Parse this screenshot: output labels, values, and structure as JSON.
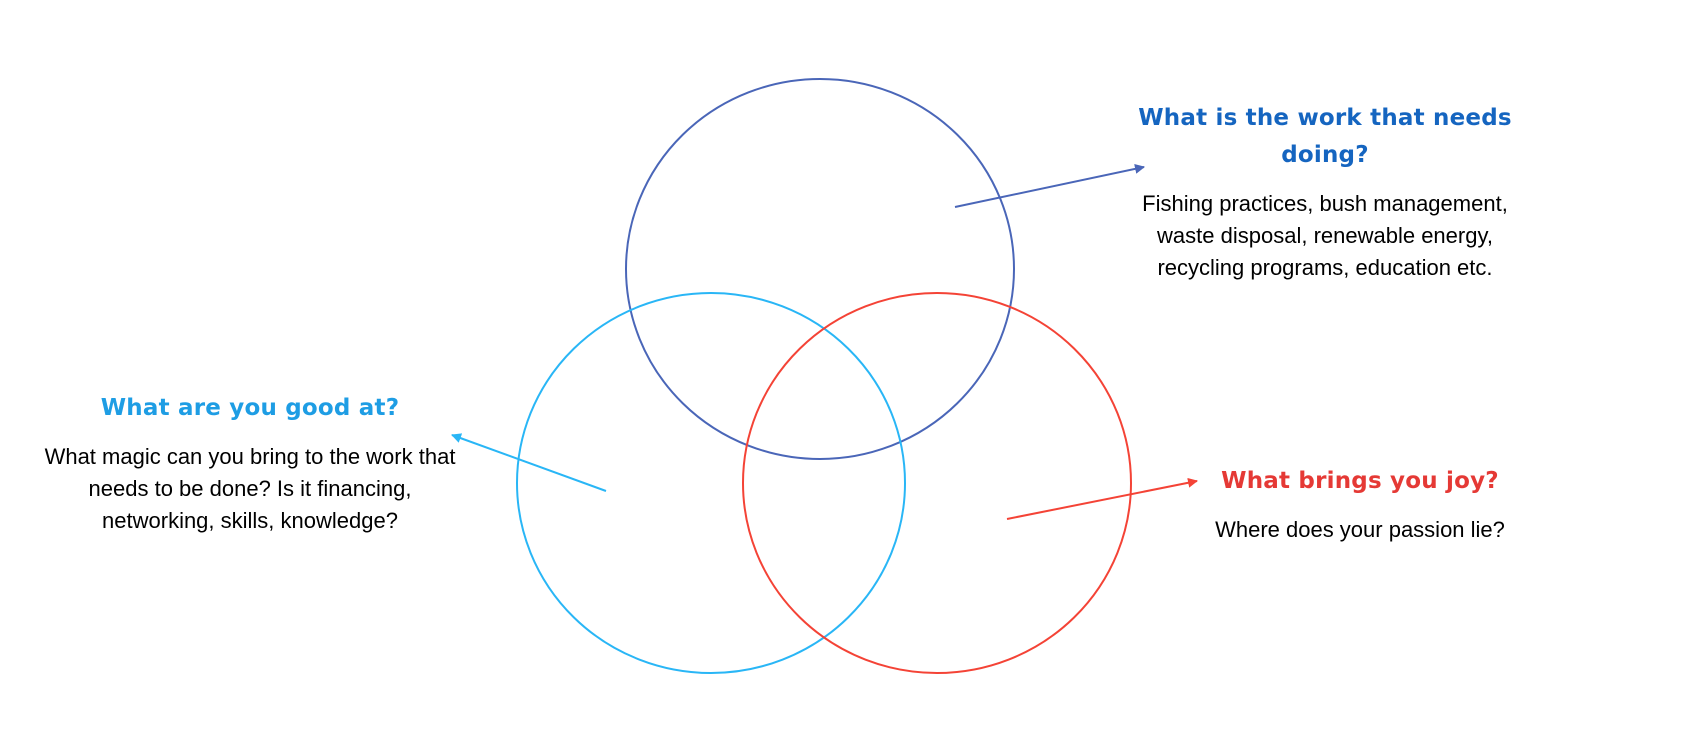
{
  "colors": {
    "work": "#4a66b8",
    "work_heading": "#1565c0",
    "good": "#29b6f6",
    "good_heading": "#1e9de4",
    "joy": "#f44336",
    "joy_heading": "#e53935"
  },
  "work": {
    "heading": "What is the work that needs doing?",
    "body": "Fishing practices, bush management, waste disposal, renewable energy, recycling programs, education etc."
  },
  "good": {
    "heading": "What are you good at?",
    "body": "What magic can you bring to the work that needs to be done? Is it financing, networking, skills, knowledge?"
  },
  "joy": {
    "heading": "What brings you joy?",
    "body": "Where does your passion lie?"
  }
}
